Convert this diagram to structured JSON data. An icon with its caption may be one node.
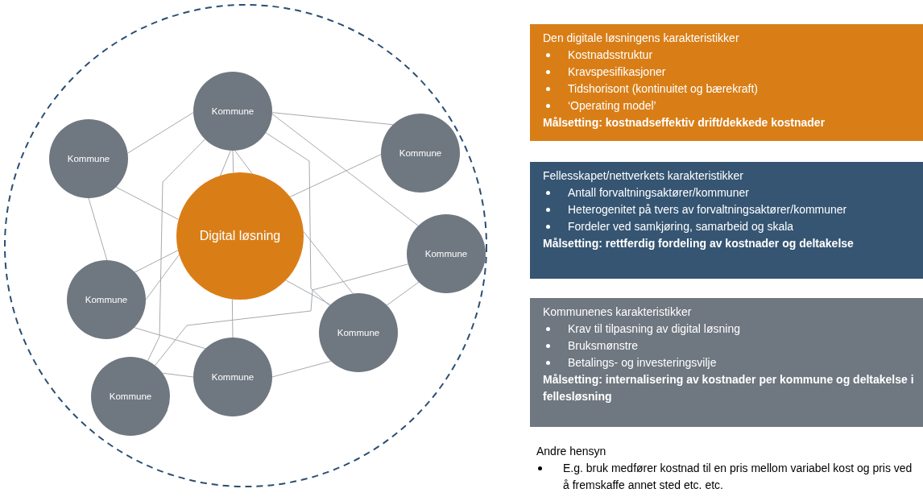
{
  "diagram": {
    "nodes": [
      {
        "text": [],
        "shape": "circle"
      },
      {
        "text": [
          "Kommune"
        ],
        "in": 0
      },
      {
        "text": [
          "Kommune"
        ],
        "in": 0
      },
      {
        "text": [
          "Kommune"
        ],
        "in": 0
      },
      {
        "text": [
          "Digital løsning"
        ],
        "in": 0
      },
      {
        "text": [
          "Kommune"
        ],
        "in": 0
      },
      {
        "text": [
          "Kommune"
        ],
        "in": 0
      },
      {
        "text": [
          "Kommune"
        ],
        "in": 0
      },
      {
        "text": [
          "Kommune"
        ],
        "in": 0
      },
      {
        "text": [
          "Kommune"
        ],
        "in": 0
      },
      {
        "text": [
          "Den digitale løsningens karakteristikker",
          "Kostnadsstruktur",
          "Kravspesifikasjoner",
          "Tidshorisont (kontinuitet og bærekraft)",
          "‘Operating model’",
          "Målsetting: kostnadseffektiv drift/dekkede kostnader"
        ]
      },
      {
        "text": [
          "Fellesskapet/nettverkets karakteristikker",
          "Antall forvaltningsaktører/kommuner",
          "Heterogenitet på tvers av forvaltningsaktører/kommuner",
          "Fordeler ved samkjøring, samarbeid og skala",
          "Målsetting: rettferdig fordeling av kostnader og deltakelse"
        ]
      },
      {
        "text": [
          "Kommunenes karakteristikker",
          "Krav til tilpasning av digital løsning",
          "Bruksmønstre",
          "Betalings- og investeringsvilje",
          "Målsetting: internalisering av kostnader per kommune og deltakelse i fellesløsning"
        ]
      }
    ],
    "edges": [
      {
        "from": 2,
        "to": 1,
        "arrow": "none"
      },
      {
        "from": 1,
        "to": 4,
        "arrow": "none"
      },
      {
        "from": 1,
        "to": 4,
        "arrow": "none"
      },
      {
        "from": 1,
        "to": 4,
        "arrow": "none"
      },
      {
        "from": 1,
        "to": 7,
        "arrow": "none"
      },
      {
        "from": 1,
        "to": 3,
        "arrow": "none"
      },
      {
        "from": 1,
        "to": 5,
        "arrow": "none"
      },
      {
        "from": 1,
        "to": 9,
        "arrow": "none"
      },
      {
        "from": 2,
        "to": 4,
        "arrow": "none"
      },
      {
        "from": 2,
        "to": 6,
        "arrow": "none"
      },
      {
        "from": 3,
        "to": 4,
        "arrow": "none"
      },
      {
        "from": 6,
        "to": 4,
        "arrow": "none"
      },
      {
        "from": 6,
        "to": 4,
        "arrow": "none"
      },
      {
        "from": 4,
        "to": 8,
        "arrow": "none"
      },
      {
        "from": 4,
        "to": 7,
        "arrow": "none"
      },
      {
        "from": 4,
        "to": 7,
        "arrow": "none"
      },
      {
        "from": 6,
        "to": 8,
        "arrow": "none"
      },
      {
        "from": 5,
        "to": 9,
        "arrow": "none"
      },
      {
        "from": 5,
        "to": 7,
        "arrow": "none"
      },
      {
        "from": 7,
        "to": 8,
        "arrow": "none"
      },
      {
        "from": 9,
        "to": 8,
        "arrow": "none"
      }
    ],
    "labels": [
      "Andre hensyn",
      "E.g. bruk medfører kostnad til en pris mellom variabel kost og pris ved å fremskaffe annet sted etc. etc."
    ]
  }
}
